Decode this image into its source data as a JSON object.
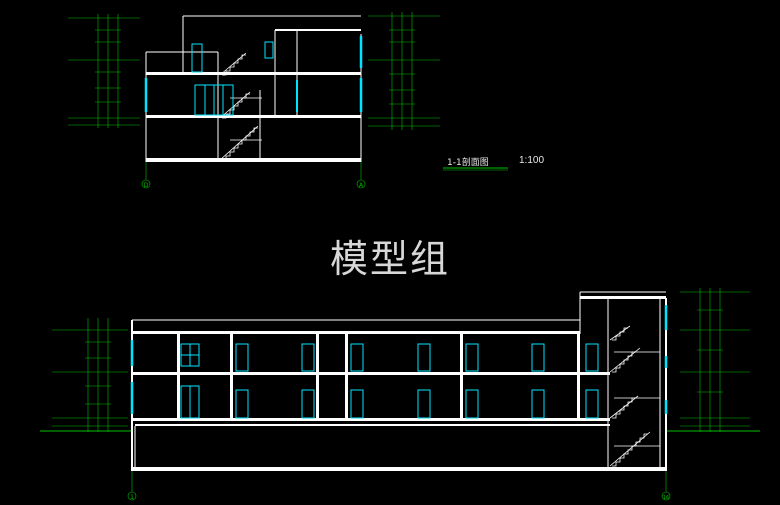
{
  "drawing": {
    "watermark": "模型组",
    "section_title": "1-1剖面图",
    "section_scale": "1:100",
    "axis_left_top": "D",
    "axis_right_top": "A",
    "axis_left_bottom": "1",
    "axis_right_bottom": "16"
  },
  "colors": {
    "background": "#000000",
    "wall": "#ffffff",
    "glazing": "#00e5ff",
    "dimension": "#00c000",
    "text": "#e8e8e8"
  }
}
